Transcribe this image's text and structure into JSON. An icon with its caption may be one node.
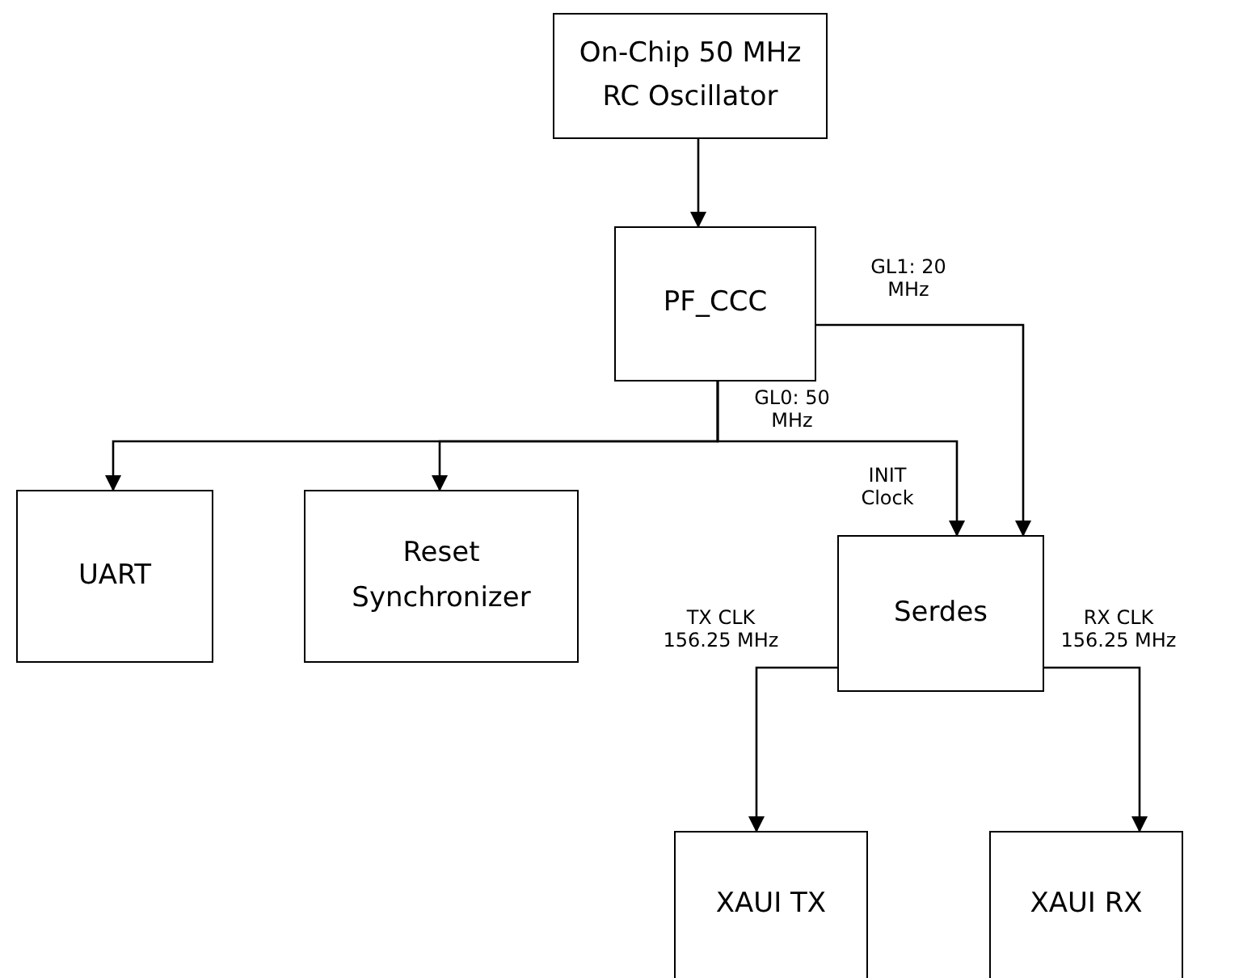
{
  "diagram": {
    "nodes": [
      {
        "text": [
          "On-Chip 50 MHz RC Oscillator"
        ]
      },
      {
        "text": [
          "PF_CCC"
        ]
      },
      {
        "text": [
          "UART"
        ]
      },
      {
        "text": [
          "Reset Synchronizer"
        ]
      },
      {
        "text": [
          "Serdes"
        ]
      },
      {
        "text": [
          "XAUI TX"
        ]
      },
      {
        "text": [
          "XAUI RX"
        ]
      }
    ],
    "edges": [
      {
        "from": 0,
        "to": 1,
        "arrow": "to"
      },
      {
        "from": 1,
        "to": 2,
        "arrow": "to"
      },
      {
        "from": 1,
        "to": 3,
        "arrow": "to"
      },
      {
        "from": 1,
        "to": 4,
        "arrow": "to",
        "label": "INIT Clock"
      },
      {
        "from": 1,
        "to": 4,
        "arrow": "to",
        "label": "GL1: 20 MHz"
      },
      {
        "from": 4,
        "to": 5,
        "arrow": "to",
        "label": "TX CLK 156.25 MHz"
      },
      {
        "from": 4,
        "to": 6,
        "arrow": "to",
        "label": "RX CLK 156.25 MHz"
      }
    ],
    "labels": [
      "GL0: 50 MHz"
    ]
  }
}
